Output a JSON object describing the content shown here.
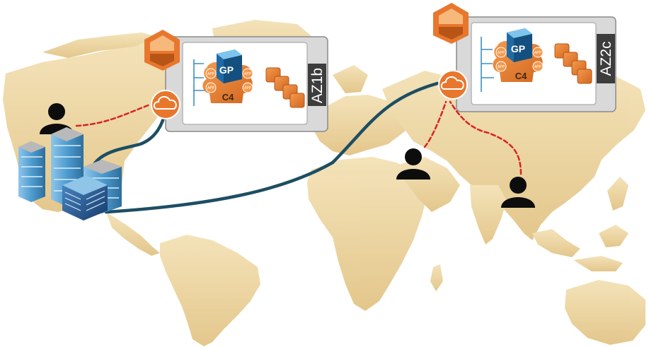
{
  "zones": [
    {
      "label": "AZ1b",
      "cluster_label": "C4",
      "product_label": "GP",
      "app_label": "APP"
    },
    {
      "label": "AZ2c",
      "cluster_label": "C4",
      "product_label": "GP",
      "app_label": "APP"
    }
  ],
  "colors": {
    "map_land": "#ecd49c",
    "zone_border": "#8a8a8a",
    "zone_inner_border": "#b5b5b5",
    "label_bar": "#3d3d3d",
    "aws_orange": "#e8772e",
    "link_line": "#1d4e63",
    "user_link": "#d62424",
    "user_icon": "#0d0d0d"
  },
  "icons": [
    "aws-logo-icon",
    "cloud-gateway-icon",
    "user-icon",
    "datacenter-buildings-icon",
    "server-rack-icon",
    "instance-stack-icon",
    "greenplum-box-icon"
  ]
}
